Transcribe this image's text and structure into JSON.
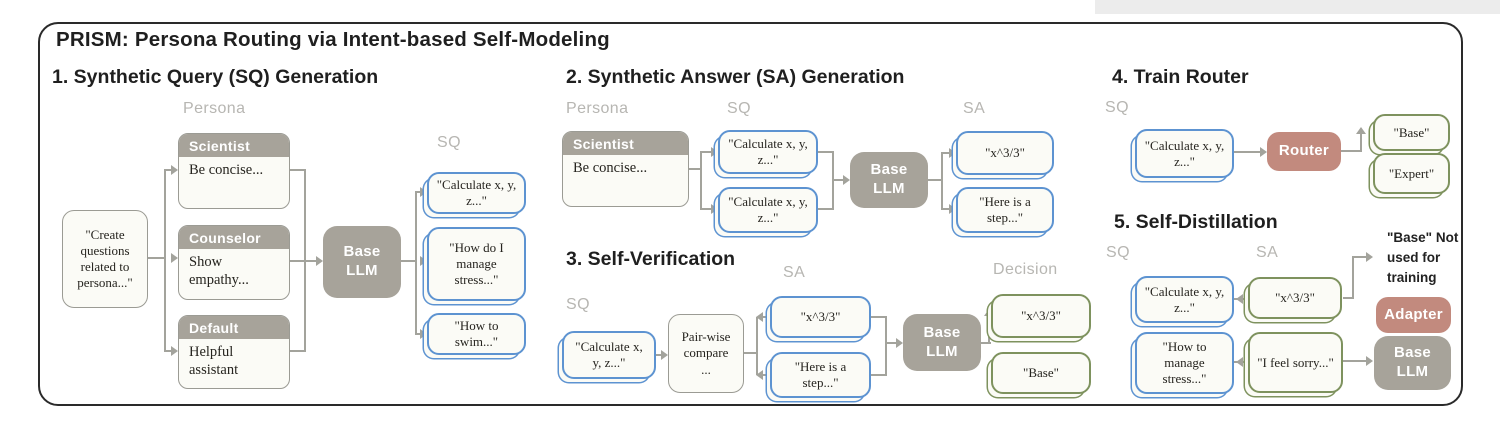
{
  "title": "PRISM: Persona Routing via Intent-based Self-Modeling",
  "colors": {
    "gray_box": "#a7a39a",
    "pink_box": "#c28a7e",
    "blue_card_border": "#5d93d1",
    "green_card_border": "#7e925e",
    "line": "#a3a39c",
    "label_gray": "#b7b6b2"
  },
  "sections": {
    "s1": {
      "heading": "1. Synthetic Query (SQ) Generation",
      "persona_label": "Persona",
      "sq_label": "SQ",
      "seed_box": "\"Create questions related to persona...\"",
      "personas": [
        {
          "name": "Scientist",
          "desc": "Be concise..."
        },
        {
          "name": "Counselor",
          "desc": "Show empathy..."
        },
        {
          "name": "Default",
          "desc": "Helpful assistant"
        }
      ],
      "llm": "Base\nLLM",
      "sq_cards": [
        "\"Calculate x, y, z...\"",
        "\"How do I manage stress...\"",
        "\"How to swim...\""
      ]
    },
    "s2": {
      "heading": "2. Synthetic Answer (SA) Generation",
      "persona_label": "Persona",
      "sq_label": "SQ",
      "sa_label": "SA",
      "persona": {
        "name": "Scientist",
        "desc": "Be concise..."
      },
      "sq_cards": [
        "\"Calculate x, y, z...\"",
        "\"Calculate x, y, z...\""
      ],
      "llm": "Base\nLLM",
      "sa_cards": [
        "\"x^3/3\"",
        "\"Here is a step...\""
      ]
    },
    "s3": {
      "heading": "3. Self-Verification",
      "sq_label": "SQ",
      "sa_label": "SA",
      "decision_label": "Decision",
      "sq_card": "\"Calculate x, y, z...\"",
      "compare_lines": [
        "Pair-wise",
        "compare",
        "..."
      ],
      "sa_cards": [
        "\"x^3/3\"",
        "\"Here is a step...\""
      ],
      "llm": "Base\nLLM",
      "decision_cards": [
        "\"x^3/3\"",
        "\"Base\""
      ]
    },
    "s4": {
      "heading": "4. Train Router",
      "sq_label": "SQ",
      "sq_card": "\"Calculate x, y, z...\"",
      "router": "Router",
      "outputs": [
        "\"Base\"",
        "\"Expert\""
      ]
    },
    "s5": {
      "heading": "5. Self-Distillation",
      "sq_label": "SQ",
      "sa_label": "SA",
      "sq_cards": [
        "\"Calculate x, y, z...\"",
        "\"How to manage stress...\""
      ],
      "sa_cards": [
        "\"x^3/3\"",
        "\"I feel sorry...\""
      ],
      "note": "\"Base\" Not used for training",
      "adapter": "Adapter",
      "llm": "Base\nLLM"
    }
  }
}
